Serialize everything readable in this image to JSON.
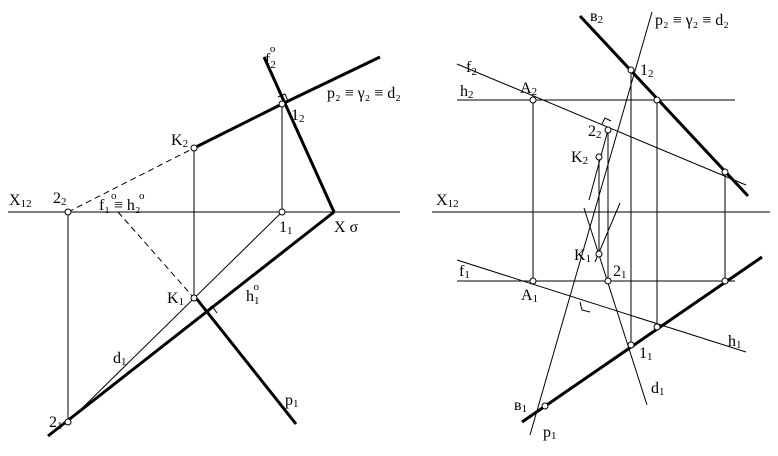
{
  "left": {
    "f2_label": "f",
    "f2_sub": "2",
    "f2_sup": "o",
    "p2_label": "p₂ ≡ γ₂ ≡ d₂",
    "one2_label": "1",
    "one2_sub": "2",
    "k2_label": "K",
    "k2_sub": "2",
    "x12_label": "X",
    "x12_sub": "12",
    "two2_label": "2",
    "two2_sub": "2",
    "f1h2_label": "f₁ ≡ h₂",
    "f1_sup": "o",
    "h2_sup": "o",
    "one1_label": "1",
    "one1_sub": "1",
    "xsigma_label": "X σ",
    "k1_label": "K",
    "k1_sub": "1",
    "h1_label": "h",
    "h1_sub": "1",
    "h1_sup": "o",
    "d1_label": "d",
    "d1_sub": "1",
    "p1_label": "p",
    "p1_sub": "1",
    "two1_label": "2",
    "two1_sub": "1"
  },
  "right": {
    "b2_label": "в",
    "b2_sub": "2",
    "p2_label": "p₂ ≡ γ₂ ≡ d₂",
    "f2_label": "f",
    "f2_sub": "2",
    "a2_label": "A",
    "a2_sub": "2",
    "one2_label": "1",
    "one2_sub": "2",
    "h2_label": "h",
    "h2_sub": "2",
    "two2_label": "2",
    "two2_sub": "2",
    "k2_label": "K",
    "k2_sub": "2",
    "x12_label": "X",
    "x12_sub": "12",
    "k1_label": "K",
    "k1_sub": "1",
    "f1_label": "f",
    "f1_sub": "1",
    "two1_label": "2",
    "two1_sub": "1",
    "a1_label": "A",
    "a1_sub": "1",
    "one1_label": "1",
    "one1_sub": "1",
    "h1_label": "h",
    "h1_sub": "1",
    "d1_label": "d",
    "d1_sub": "1",
    "b1_label": "в",
    "b1_sub": "1",
    "p1_label": "p",
    "p1_sub": "1"
  }
}
